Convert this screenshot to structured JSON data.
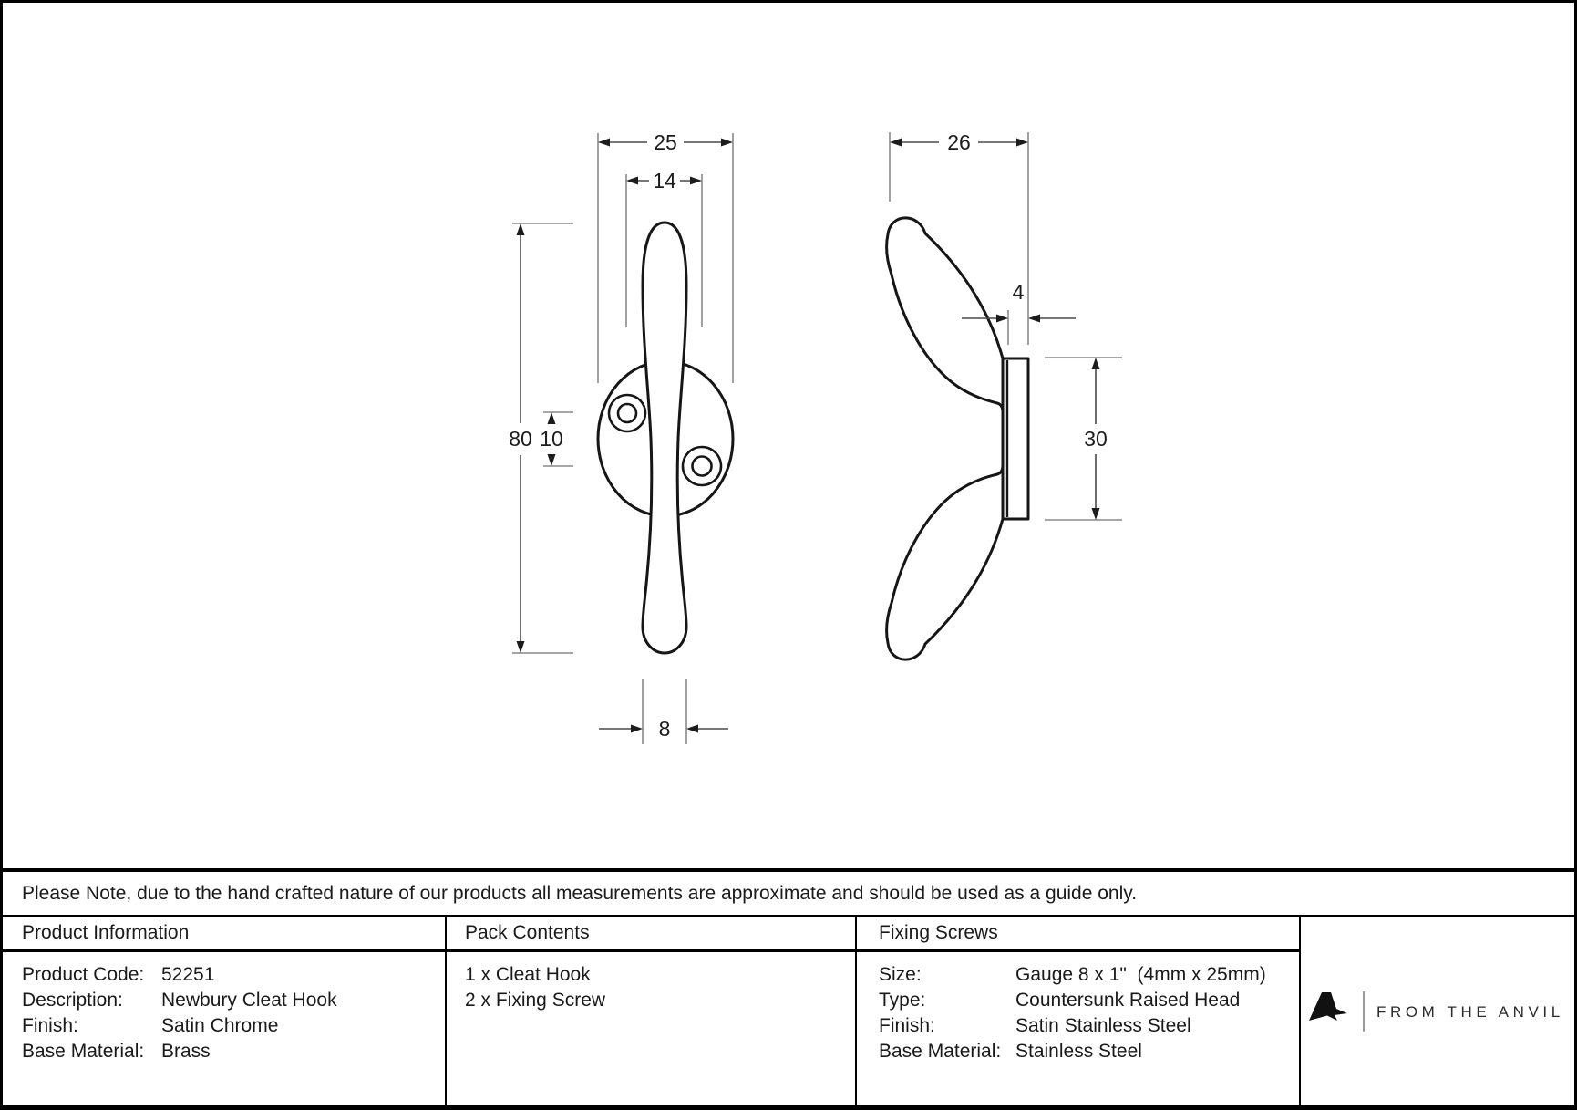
{
  "note": "Please Note, due to the hand crafted nature of our products all measurements are approximate and should be used as a guide only.",
  "drawing": {
    "front_view": {
      "overall_width": "25",
      "top_width": "14",
      "overall_height": "80",
      "hole_spacing": "10",
      "bottom_width": "8"
    },
    "side_view": {
      "overall_depth": "26",
      "plate_thickness": "4",
      "plate_height": "30"
    }
  },
  "table": {
    "product_information": {
      "header": "Product Information",
      "rows": [
        {
          "label": "Product Code:",
          "value": "52251"
        },
        {
          "label": "Description:",
          "value": "Newbury Cleat Hook"
        },
        {
          "label": "Finish:",
          "value": "Satin Chrome"
        },
        {
          "label": "Base Material:",
          "value": "Brass"
        }
      ]
    },
    "pack_contents": {
      "header": "Pack Contents",
      "items": [
        "1 x Cleat Hook",
        "2 x Fixing Screw"
      ]
    },
    "fixing_screws": {
      "header": "Fixing Screws",
      "rows": [
        {
          "label": "Size:",
          "value": "Gauge 8 x 1\"  (4mm x 25mm)"
        },
        {
          "label": "Type:",
          "value": "Countersunk Raised Head"
        },
        {
          "label": "Finish:",
          "value": "Satin Stainless Steel"
        },
        {
          "label": "Base Material:",
          "value": "Stainless Steel"
        }
      ]
    },
    "brand": {
      "wordmark": "FROM THE ANVIL"
    }
  }
}
